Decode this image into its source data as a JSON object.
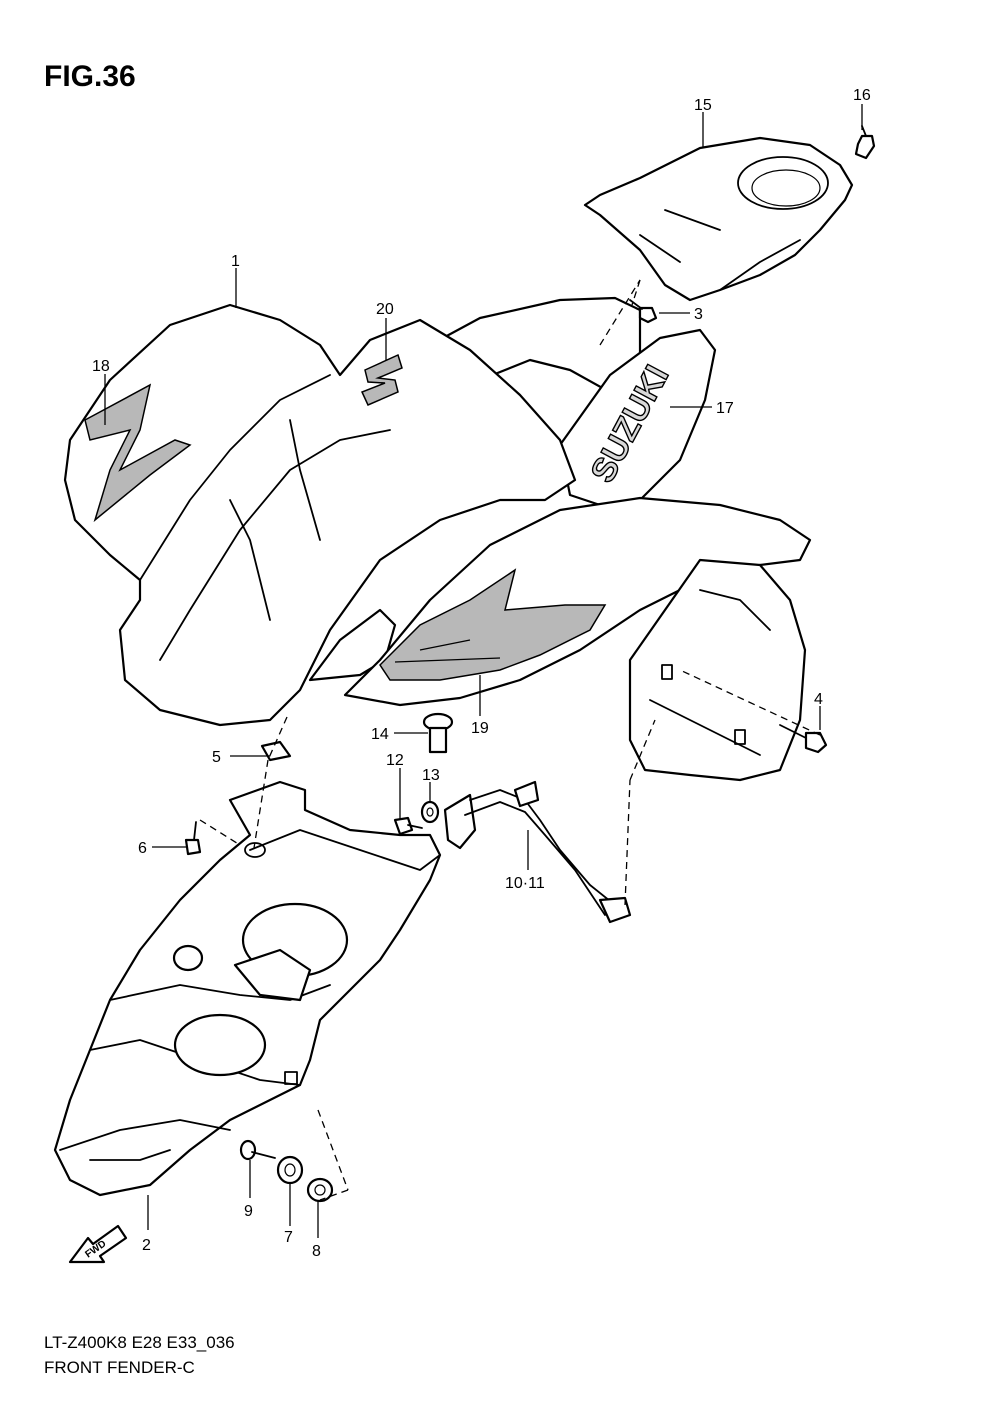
{
  "figure": {
    "title": "FIG.36",
    "footer_code": "LT-Z400K8 E28 E33_036",
    "footer_name": "FRONT FENDER-C",
    "direction_label": "FWD",
    "brand_text": "SUZUKI"
  },
  "callouts": [
    {
      "id": "1",
      "label": "1"
    },
    {
      "id": "2",
      "label": "2"
    },
    {
      "id": "3",
      "label": "3"
    },
    {
      "id": "4",
      "label": "4"
    },
    {
      "id": "5",
      "label": "5"
    },
    {
      "id": "6",
      "label": "6"
    },
    {
      "id": "7",
      "label": "7"
    },
    {
      "id": "8",
      "label": "8"
    },
    {
      "id": "9",
      "label": "9"
    },
    {
      "id": "10-11",
      "label": "10·11"
    },
    {
      "id": "12",
      "label": "12"
    },
    {
      "id": "13",
      "label": "13"
    },
    {
      "id": "14",
      "label": "14"
    },
    {
      "id": "15",
      "label": "15"
    },
    {
      "id": "16",
      "label": "16"
    },
    {
      "id": "17",
      "label": "17"
    },
    {
      "id": "18",
      "label": "18"
    },
    {
      "id": "19",
      "label": "19"
    },
    {
      "id": "20",
      "label": "20"
    }
  ]
}
